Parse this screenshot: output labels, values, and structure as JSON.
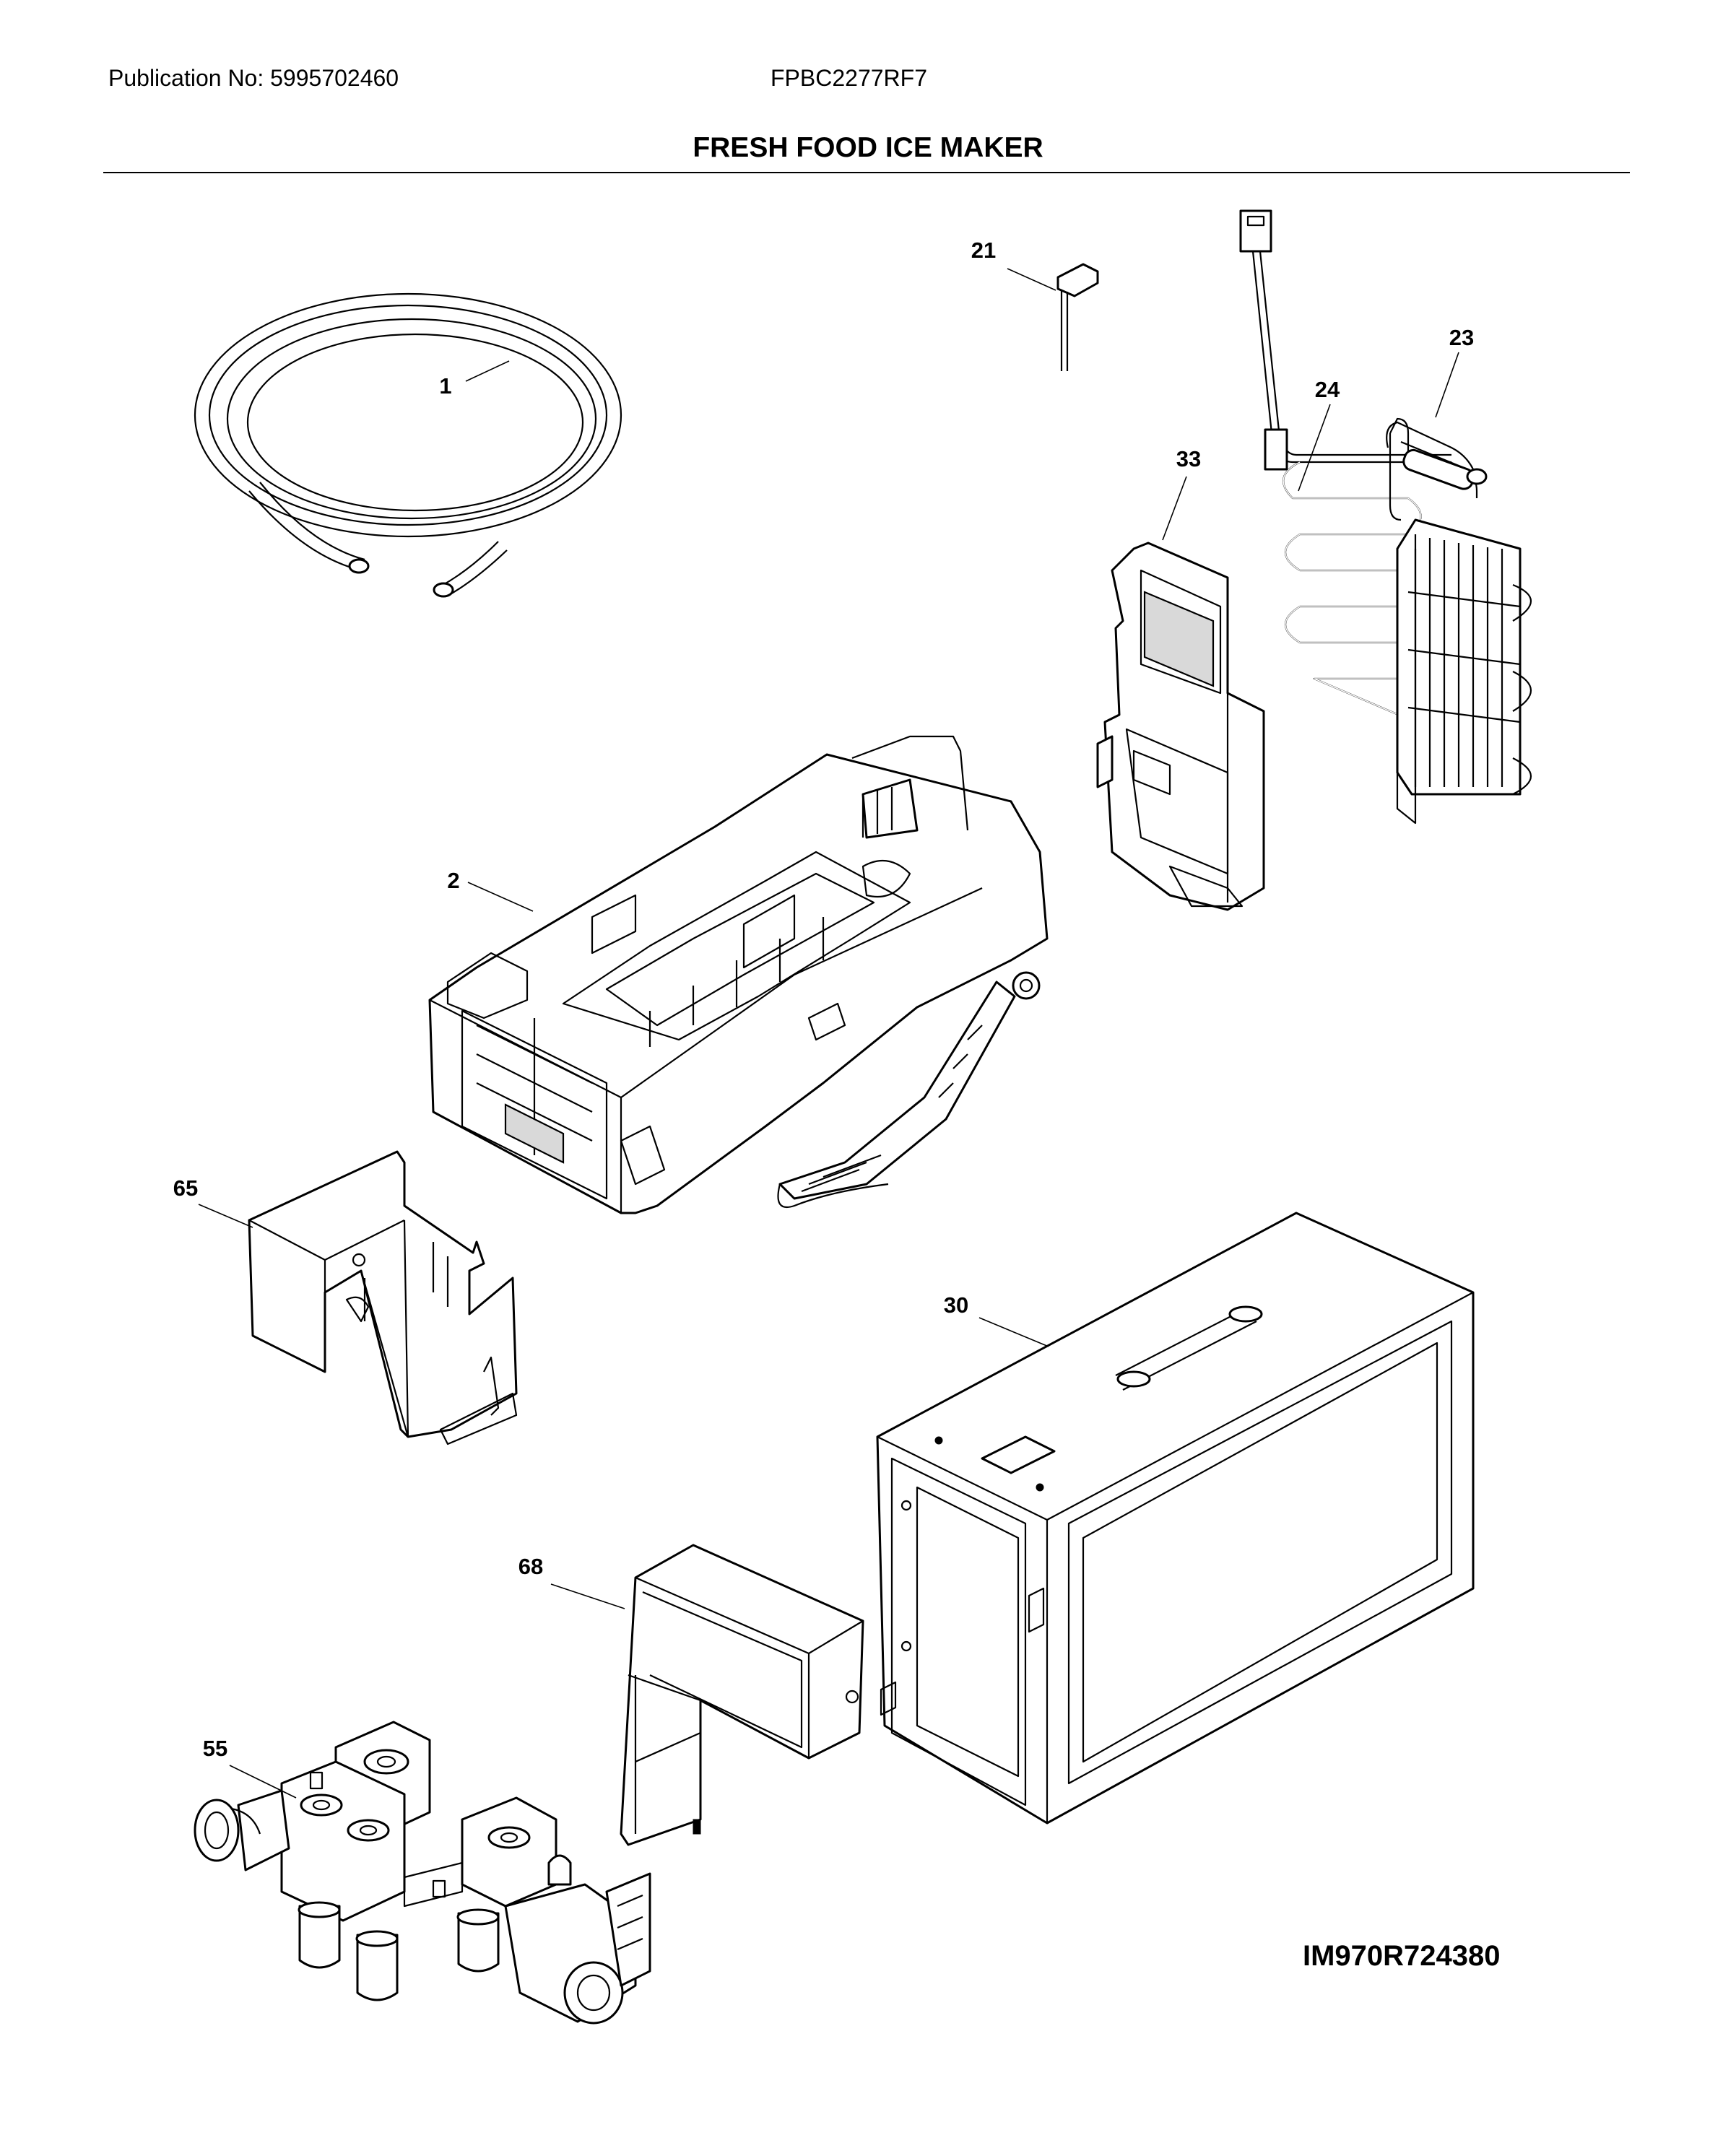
{
  "header": {
    "publication": "Publication No: 5995702460",
    "model": "FPBC2277RF7"
  },
  "title": "FRESH FOOD ICE MAKER",
  "diagram_id": "IM970R724380",
  "parts": [
    {
      "ref": "1",
      "icon": "tubing-coil-icon"
    },
    {
      "ref": "21",
      "icon": "thermistor-icon"
    },
    {
      "ref": "23",
      "icon": "evaporator-icon"
    },
    {
      "ref": "24",
      "icon": "heater-harness-icon"
    },
    {
      "ref": "33",
      "icon": "evaporator-cover-icon"
    },
    {
      "ref": "2",
      "icon": "ice-maker-icon"
    },
    {
      "ref": "65",
      "icon": "bucket-bracket-icon"
    },
    {
      "ref": "30",
      "icon": "ice-box-icon"
    },
    {
      "ref": "68",
      "icon": "chute-cover-icon"
    },
    {
      "ref": "55",
      "icon": "water-valve-icon"
    }
  ]
}
